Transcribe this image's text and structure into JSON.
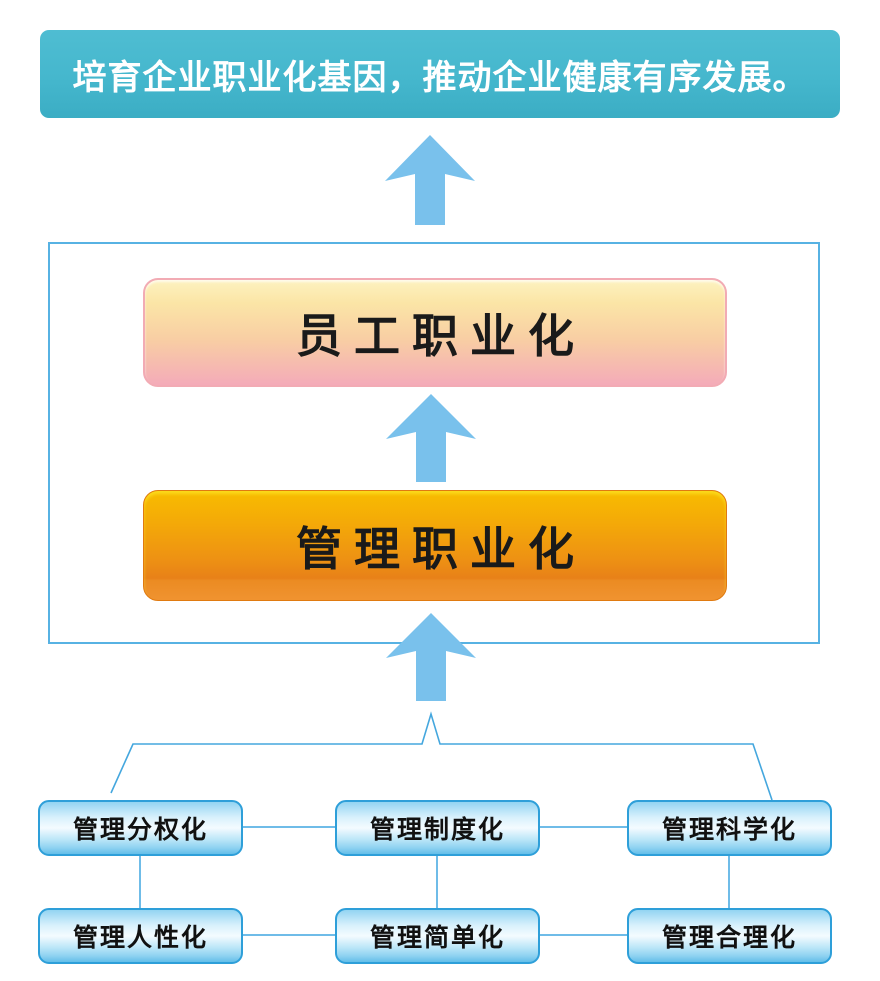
{
  "banner": {
    "text": "培育企业职业化基因，推动企业健康有序发展。"
  },
  "pyramid": {
    "top_box": {
      "label": "员工职业化"
    },
    "bottom_box": {
      "label": "管理职业化"
    }
  },
  "grid": {
    "row1": [
      {
        "label": "管理分权化"
      },
      {
        "label": "管理制度化"
      },
      {
        "label": "管理科学化"
      }
    ],
    "row2": [
      {
        "label": "管理人性化"
      },
      {
        "label": "管理简单化"
      },
      {
        "label": "管理合理化"
      }
    ]
  },
  "icons": {
    "up_arrow": "up-arrow-icon"
  },
  "colors": {
    "banner_teal": "#45B7CD",
    "arrow_blue": "#79C1EC",
    "line_blue": "#57B2E3",
    "node_border_blue": "#2E9FD9",
    "pill_top_gradient": [
      "#FDF2C0",
      "#F4ABB9"
    ],
    "pill_bottom_gradient": [
      "#F8BC00",
      "#E88118"
    ],
    "text_black": "#111111",
    "text_white": "#FFFFFF"
  }
}
